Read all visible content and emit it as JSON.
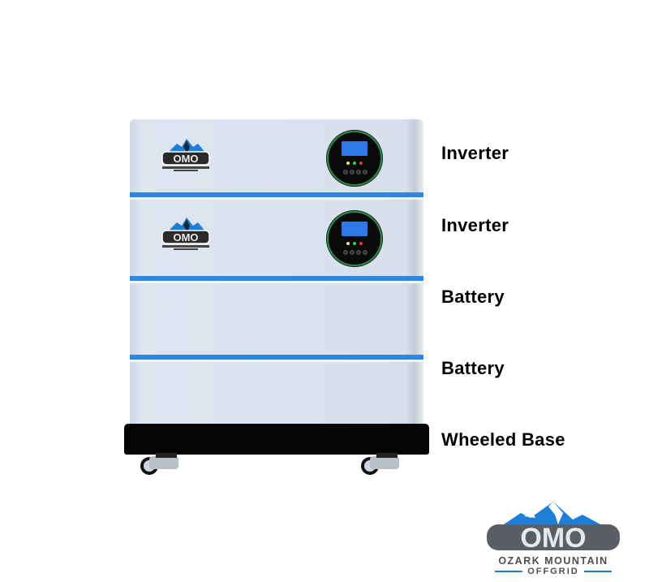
{
  "product": {
    "modules": [
      {
        "type": "inverter",
        "has_display": true
      },
      {
        "type": "inverter",
        "has_display": true
      },
      {
        "type": "battery",
        "has_display": false
      },
      {
        "type": "battery",
        "has_display": false
      }
    ],
    "accent_color": "#2f86e0",
    "body_color": "#dae3ee",
    "base_color": "#050505"
  },
  "labels": [
    {
      "text": "Inverter"
    },
    {
      "text": "Inverter"
    },
    {
      "text": "Battery"
    },
    {
      "text": "Battery"
    },
    {
      "text": "Wheeled Base"
    }
  ],
  "brand": {
    "logo_letters": "OMO",
    "name": "OZARK MOUNTAIN",
    "sub": "OFFGRID",
    "mountain_color": "#1f7fd6",
    "letters_color": "#5a5f66"
  }
}
